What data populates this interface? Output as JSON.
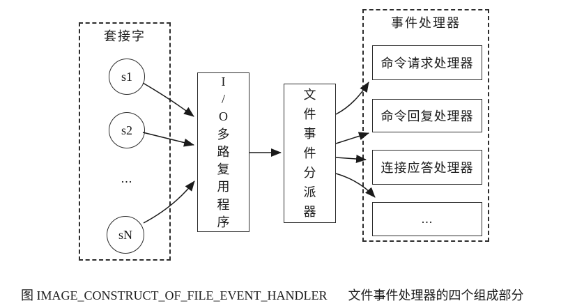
{
  "diagram": {
    "sockets": {
      "label": "套接字",
      "nodes": [
        "s1",
        "s2",
        "...",
        "sN"
      ]
    },
    "multiplexer": {
      "label": "I\n/\nO\n多\n路\n复\n用\n程\n序"
    },
    "dispatcher": {
      "label": "文\n件\n事\n件\n分\n派\n器"
    },
    "handlers": {
      "label": "事件处理器",
      "boxes": [
        "命令请求处理器",
        "命令回复处理器",
        "连接应答处理器",
        "..."
      ]
    },
    "caption": {
      "figure_label": "图 IMAGE_CONSTRUCT_OF_FILE_EVENT_HANDLER",
      "description": "文件事件处理器的四个组成部分"
    },
    "colors": {
      "line": "#1a1a1a",
      "background": "#ffffff"
    }
  }
}
